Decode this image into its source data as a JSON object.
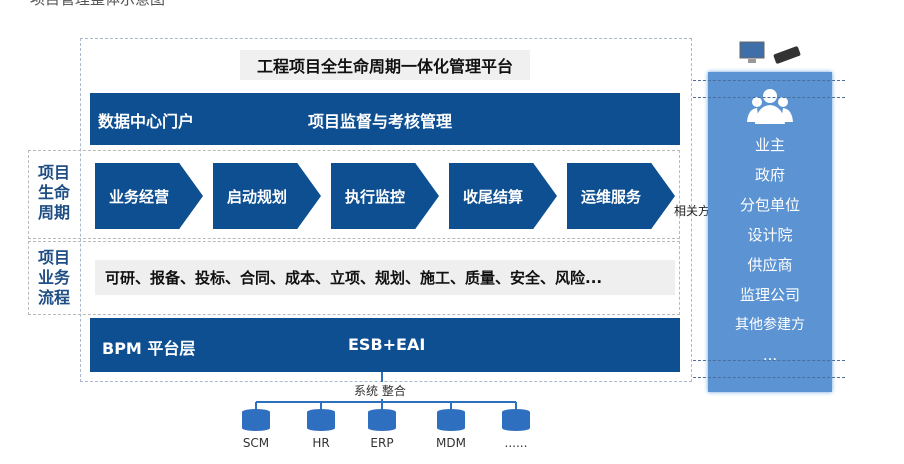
{
  "caption": "项目管理整体示意图",
  "title": "工程项目全生命周期一体化管理平台",
  "top_bar": {
    "left": "数据中心门户",
    "right": "项目监督与考核管理"
  },
  "lifecycle": {
    "label": [
      "项目",
      "生命",
      "周期"
    ],
    "stages": [
      "业务经营",
      "启动规划",
      "执行监控",
      "收尾结算",
      "运维服务"
    ]
  },
  "process": {
    "label": [
      "项目",
      "业务",
      "流程"
    ],
    "text": "可研、报备、投标、合同、成本、立项、规划、施工、质量、安全、风险..."
  },
  "bottom_bar": {
    "left": "BPM  平台层",
    "right": "ESB+EAI"
  },
  "stakeholders": {
    "label": "相关方",
    "items": [
      "业主",
      "政府",
      "分包单位",
      "设计院",
      "供应商",
      "监理公司",
      "其他参建方",
      "..."
    ]
  },
  "integration": {
    "label": "系统 整合",
    "systems": [
      "SCM",
      "HR",
      "ERP",
      "MDM",
      "......"
    ]
  },
  "colors": {
    "dark_blue": "#0d4f91",
    "panel_blue": "#5b93d3",
    "db_blue": "#2f6fc0"
  }
}
